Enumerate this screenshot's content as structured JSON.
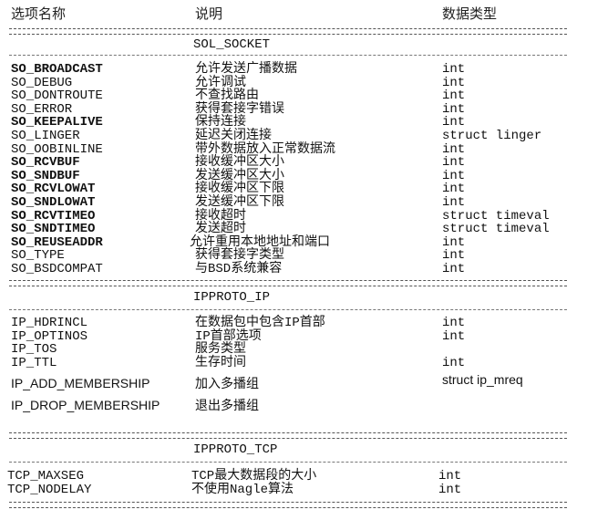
{
  "headers": {
    "name": "选项名称",
    "desc": "说明",
    "type": "数据类型"
  },
  "sections": [
    {
      "title": "SOL_SOCKET",
      "rows": [
        {
          "name": "SO_BROADCAST",
          "desc": "允许发送广播数据",
          "type": "int",
          "bold": true
        },
        {
          "name": "SO_DEBUG",
          "desc": "允许调试",
          "type": "int"
        },
        {
          "name": "SO_DONTROUTE",
          "desc": "不查找路由",
          "type": "int"
        },
        {
          "name": "SO_ERROR",
          "desc": "获得套接字错误",
          "type": "int"
        },
        {
          "name": "SO_KEEPALIVE",
          "desc": "保持连接",
          "type": "int",
          "bold": true
        },
        {
          "name": "SO_LINGER",
          "desc": "延迟关闭连接",
          "type": "struct linger"
        },
        {
          "name": "SO_OOBINLINE",
          "desc": "带外数据放入正常数据流",
          "type": "int"
        },
        {
          "name": "SO_RCVBUF",
          "desc": "接收缓冲区大小",
          "type": "int",
          "bold": true
        },
        {
          "name": "SO_SNDBUF",
          "desc": "发送缓冲区大小",
          "type": "int",
          "bold": true
        },
        {
          "name": "SO_RCVLOWAT",
          "desc": "接收缓冲区下限",
          "type": "int",
          "bold": true
        },
        {
          "name": "SO_SNDLOWAT",
          "desc": "发送缓冲区下限",
          "type": "int",
          "bold": true
        },
        {
          "name": "SO_RCVTIMEO",
          "desc": "接收超时",
          "type": "struct timeval",
          "bold": true
        },
        {
          "name": "SO_SNDTIMEO",
          "desc": "发送超时",
          "type": "struct timeval",
          "bold": true
        },
        {
          "name": "SO_REUSEADDR",
          "desc": "允许重用本地地址和端口",
          "type": "int",
          "bold": true
        },
        {
          "name": "SO_TYPE",
          "desc": "获得套接字类型",
          "type": "int"
        },
        {
          "name": "SO_BSDCOMPAT",
          "desc": "与BSD系统兼容",
          "type": "int"
        }
      ]
    },
    {
      "title": "IPPROTO_IP",
      "rows": [
        {
          "name": "IP_HDRINCL",
          "desc": "在数据包中包含IP首部",
          "type": "int"
        },
        {
          "name": "IP_OPTINOS",
          "desc": "IP首部选项",
          "type": "int"
        },
        {
          "name": "IP_TOS",
          "desc": "服务类型",
          "type": ""
        },
        {
          "name": "IP_TTL",
          "desc": "生存时间",
          "type": "int"
        },
        {
          "name": "IP_ADD_MEMBERSHIP",
          "desc": "加入多播组",
          "type": "struct ip_mreq",
          "sans": true
        },
        {
          "name": "IP_DROP_MEMBERSHIP",
          "desc": "退出多播组",
          "type": "",
          "sans": true
        }
      ]
    },
    {
      "title": "IPPROTO_TCP",
      "rows": [
        {
          "name": "TCP_MAXSEG",
          "desc": "TCP最大数据段的大小",
          "type": "int"
        },
        {
          "name": "TCP_NODELAY",
          "desc": "不使用Nagle算法",
          "type": "int"
        }
      ]
    }
  ]
}
